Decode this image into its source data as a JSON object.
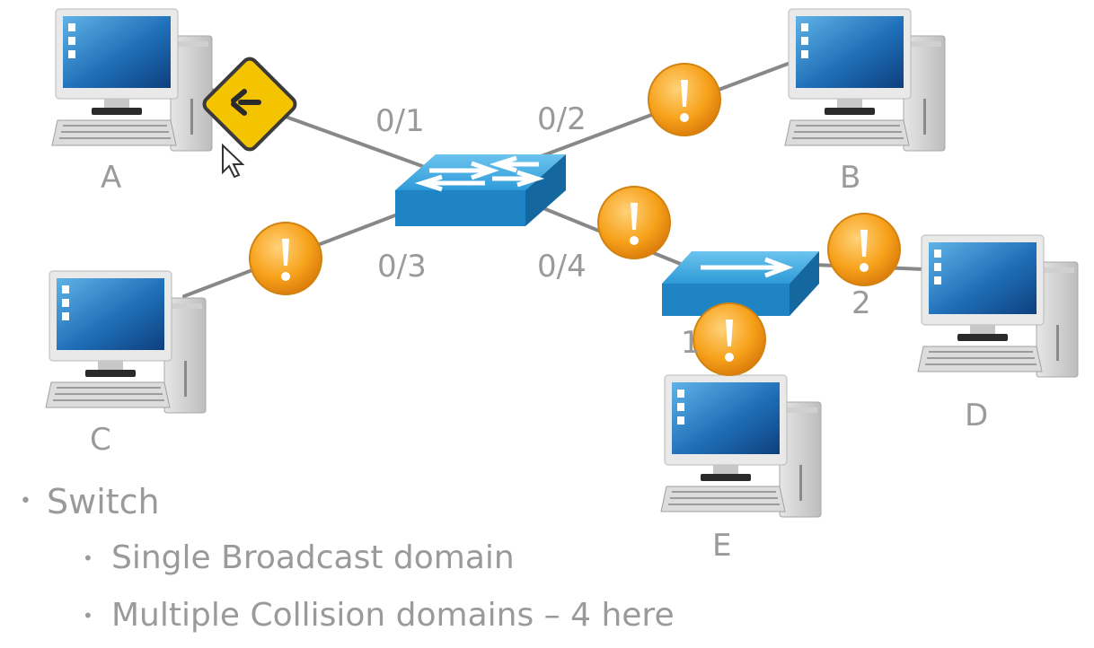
{
  "labels": {
    "host_a": "A",
    "host_b": "B",
    "host_c": "C",
    "host_d": "D",
    "host_e": "E",
    "port_01": "0/1",
    "port_02": "0/2",
    "port_03": "0/3",
    "port_04": "0/4",
    "port_1": "1",
    "port_2": "2"
  },
  "bullets": {
    "level1": "Switch",
    "level2": [
      "Single Broadcast domain",
      "Multiple Collision domains – 4 here"
    ]
  },
  "colors": {
    "switch_top": "#3fa9df",
    "switch_front": "#1f84c4",
    "warning": "#f7a21b",
    "caution": "#f5c400",
    "cable": "#888888",
    "text": "#9a9a9a"
  }
}
